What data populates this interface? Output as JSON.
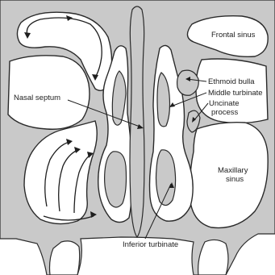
{
  "labels": {
    "frontal_sinus": "Frontal sinus",
    "ethmoid_bulla": "Ethmoid bulla",
    "middle_turbinate": "Middle turbinate",
    "uncinate_process_line1": "Uncinate",
    "uncinate_process_line2": "process",
    "nasal_septum": "Nasal septum",
    "maxillary_sinus_line1": "Maxillary",
    "maxillary_sinus_line2": "sinus",
    "inferior_turbinate": "Inferior turbinate"
  },
  "colors": {
    "tissue": "#c9c9c9",
    "outline": "#2a2a2a",
    "background": "#ffffff"
  }
}
